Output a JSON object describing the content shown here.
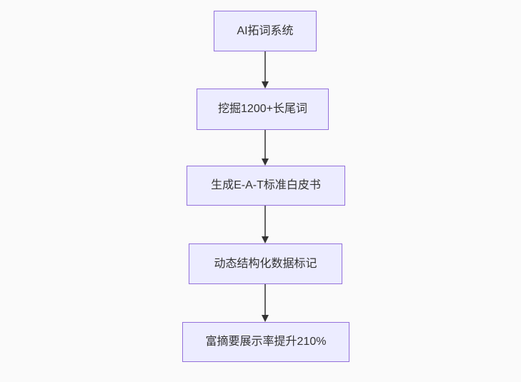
{
  "diagram": {
    "type": "flowchart",
    "direction": "top-down",
    "nodes": [
      {
        "id": "A",
        "label": "AI拓词系统"
      },
      {
        "id": "B",
        "label": "挖掘1200+长尾词"
      },
      {
        "id": "C",
        "label": "生成E-A-T标准白皮书"
      },
      {
        "id": "D",
        "label": "动态结构化数据标记"
      },
      {
        "id": "E",
        "label": "富摘要展示率提升210%"
      }
    ],
    "edges": [
      {
        "from": "A",
        "to": "B"
      },
      {
        "from": "B",
        "to": "C"
      },
      {
        "from": "C",
        "to": "D"
      },
      {
        "from": "D",
        "to": "E"
      }
    ],
    "colors": {
      "node_fill": "#ececff",
      "node_border": "#9370db",
      "text": "#333333",
      "arrow": "#333333",
      "background": "#fafafa"
    }
  }
}
